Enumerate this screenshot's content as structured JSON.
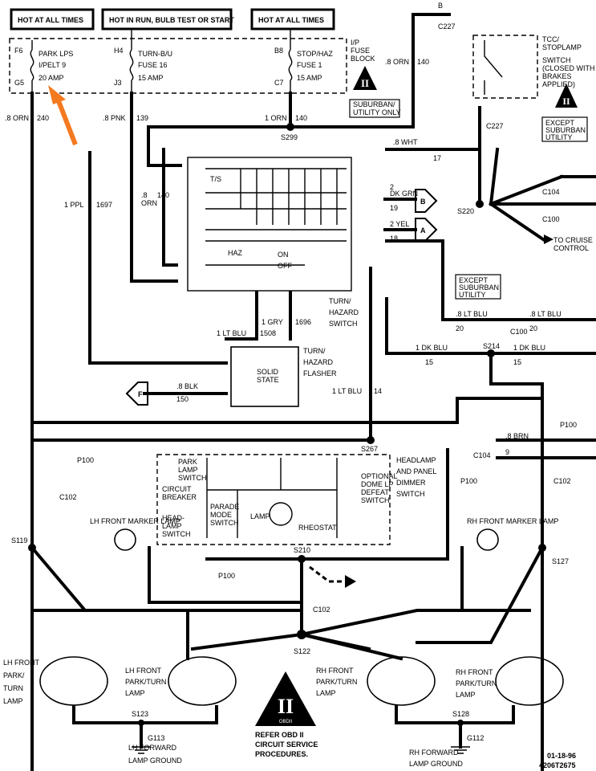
{
  "header": {
    "hot_always_left": "HOT AT ALL TIMES",
    "hot_run": "HOT IN RUN, BULB TEST OR START",
    "hot_always_right": "HOT AT ALL TIMES"
  },
  "fuse_block": {
    "label_line1": "I/P",
    "label_line2": "FUSE",
    "label_line3": "BLOCK",
    "fuse1": {
      "top_pin": "F6",
      "bottom_pin": "G5",
      "name1": "PARK LPS",
      "name2": "I/PELT 9",
      "rating": "20 AMP"
    },
    "fuse2": {
      "top_pin": "H4",
      "bottom_pin": "J3",
      "name1": "TURN-B/U",
      "name2": "FUSE 16",
      "rating": "15 AMP"
    },
    "fuse3": {
      "top_pin": "B8",
      "bottom_pin": "C7",
      "name1": "STOP/HAZ",
      "name2": "FUSE 1",
      "rating": "15 AMP"
    }
  },
  "wires": {
    "w_orn_240_color": ".8 ORN",
    "w_orn_240_num": "240",
    "w_pnk_color": ".8 PNK",
    "w_pnk_num": "139",
    "w_orn_140_color": "1 ORN",
    "w_orn_140_num": "140",
    "w_orn_top_color": ".8 ORN",
    "w_orn_top_num": "140",
    "w_ppl_color": "1 PPL",
    "w_ppl_num": "1697",
    "w_orn_mid_color": ".8",
    "w_orn_mid_color2": "ORN",
    "w_orn_mid_num": "140",
    "w_wht_17": ".8 WHT",
    "w_wht_17_num": "17",
    "w_dkgrn_color": "2",
    "w_dkgrn_color2": "DK GRN",
    "w_dkgrn_num": "19",
    "w_yel_color": "2 YEL",
    "w_yel_num": "18",
    "w_ltblu_1508": "1 LT BLU",
    "w_ltblu_1508_num": "1508",
    "w_gry_color": "1 GRY",
    "w_gry_num": "1696",
    "w_blk_150": ".8 BLK",
    "w_blk_150_num": "150",
    "w_ltblu_20": ".8 LT BLU",
    "w_ltblu_20_num": "20",
    "w_ltblu_20b": ".8 LT BLU",
    "w_ltblu_20b_num": "20",
    "w_dkblu_15": "1 DK BLU",
    "w_dkblu_15_num": "15",
    "w_dkblu_15b": "1 DK BLU",
    "w_dkblu_15b_num": "15",
    "w_ltblu_14": "1 LT BLU",
    "w_ltblu_14_num": "14",
    "w_brn_9": ".8 BRN",
    "w_brn_9_num": "9"
  },
  "connectors": {
    "c227_top": "C227",
    "c227": "C227",
    "c104": "C104",
    "c100": "C100",
    "c100b": "C100",
    "c102": "C102",
    "c102b": "C102",
    "c102c": "C102",
    "c104b": "C104",
    "p100a": "P100",
    "p100b": "P100",
    "p100c": "P100",
    "p100d": "P100",
    "s299": "S299",
    "s220": "S220",
    "s214": "S214",
    "s267": "S267",
    "s119": "S119",
    "s127": "S127",
    "s210": "S210",
    "s122": "S122",
    "s123": "S123",
    "s128": "S128",
    "g113": "G113",
    "g112": "G112"
  },
  "components": {
    "tcc_line1": "TCC/",
    "tcc_line2": "STOPLAMP",
    "tcc_line3": "SWITCH",
    "tcc_line4": "(CLOSED WITH",
    "tcc_line5": "BRAKES",
    "tcc_line6": "APPLIED)",
    "suburban_line1": "SUBURBAN/",
    "suburban_line2": "UTILITY ONLY",
    "except1_line1": "EXCEPT",
    "except1_line2": "SUBURBAN",
    "except1_line3": "UTILITY",
    "except2_line1": "EXCEPT",
    "except2_line2": "SUBURBAN",
    "except2_line3": "UTILITY",
    "cruise": "TO CRUISE",
    "cruise2": "CONTROL",
    "turn_haz_line1": "TURN/",
    "turn_haz_line2": "HAZARD",
    "turn_haz_line3": "SWITCH",
    "flasher_line1": "TURN/",
    "flasher_line2": "HAZARD",
    "flasher_line3": "FLASHER",
    "solid_state_line1": "SOLID",
    "solid_state_line2": "STATE",
    "haz": "HAZ",
    "on": "ON",
    "off": "OFF",
    "ts": "T/S",
    "headlamp_line1": "HEADLAMP",
    "headlamp_line2": "AND PANEL",
    "headlamp_line3": "DIMMER",
    "headlamp_line4": "SWITCH",
    "park_lamp_sw1": "PARK",
    "park_lamp_sw2": "LAMP",
    "park_lamp_sw3": "SWITCH",
    "breaker1": "CIRCUIT",
    "breaker2": "BREAKER",
    "head_lamp_sw1": "HEAD-",
    "head_lamp_sw2": "LAMP",
    "head_lamp_sw3": "SWITCH",
    "parade1": "PARADE",
    "parade2": "MODE",
    "parade3": "SWITCH",
    "lamp": "LAMP",
    "rheostat": "RHEOSTAT",
    "dome1": "OPTIONAL",
    "dome2": "DOME LP",
    "dome3": "DEFEAT",
    "dome4": "SWITCH",
    "lh_marker": "LH FRONT MARKER LAMP",
    "rh_marker": "RH FRONT MARKER LAMP",
    "lh_front1": "LH FRONT",
    "lh_front2": "PARK/",
    "lh_front3": "TURN",
    "lh_front4": "LAMP",
    "lh_pt1": "LH FRONT",
    "lh_pt2": "PARK/TURN",
    "lh_pt3": "LAMP",
    "rh_pt1": "RH FRONT",
    "rh_pt2": "PARK/TURN",
    "rh_pt3": "LAMP",
    "rh_front1": "RH FRONT",
    "rh_front2": "PARK/TURN",
    "rh_front3": "LAMP",
    "lh_ground1": "LH FORWARD",
    "lh_ground2": "LAMP GROUND",
    "rh_ground1": "RH FORWARD",
    "rh_ground2": "LAMP GROUND",
    "obd_line1": "REFER OBD II",
    "obd_line2": "CIRCUIT SERVICE",
    "obd_line3": "PROCEDURES.",
    "obd_mark": "OBDII",
    "date": "01-18-96",
    "docnum": "4206T2675"
  }
}
